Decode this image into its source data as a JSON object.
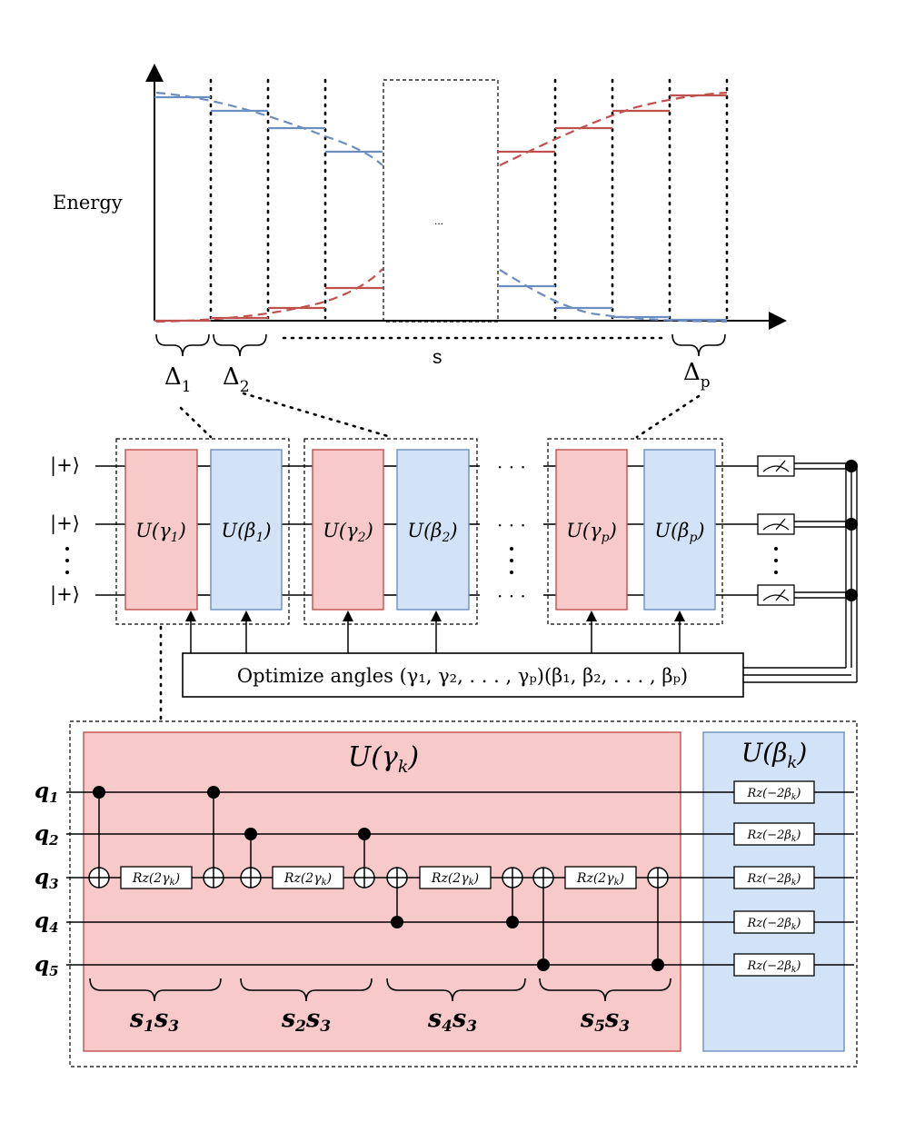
{
  "energy_plot": {
    "ylabel": "Energy",
    "xlabel": "s",
    "ellipsis": "...",
    "delta_labels": [
      "Δ",
      "Δ",
      "Δ"
    ],
    "delta_subs": [
      "1",
      "2",
      "p"
    ],
    "colors": {
      "blue": "#6c8ebf",
      "red": "#c0504d"
    }
  },
  "qaoa_circuit": {
    "input_state": "|+⟩",
    "gates": [
      {
        "main": "U(γ",
        "sub": "1",
        "tail": ")"
      },
      {
        "main": "U(β",
        "sub": "1",
        "tail": ")"
      },
      {
        "main": "U(γ",
        "sub": "2",
        "tail": ")"
      },
      {
        "main": "U(β",
        "sub": "2",
        "tail": ")"
      },
      {
        "main": "U(γ",
        "sub": "p",
        "tail": ")"
      },
      {
        "main": "U(β",
        "sub": "p",
        "tail": ")"
      }
    ],
    "ellipsis": "· · ·",
    "optimizer_label": "Optimize angles (γ₁, γ₂, . . . , γₚ)(β₁, β₂, . . . , βₚ)"
  },
  "detail": {
    "cost_title": "U(γ",
    "cost_title_sub": "k",
    "mixer_title": "U(β",
    "mixer_title_sub": "k",
    "qubits": [
      "q",
      "q",
      "q",
      "q",
      "q"
    ],
    "qubit_subs": [
      "1",
      "2",
      "3",
      "4",
      "5"
    ],
    "rz_cost": "Rz(2γ",
    "rz_cost_sub": "k",
    "rz_mixer": "Rz(−2β",
    "rz_mixer_sub": "k",
    "brace_labels": [
      {
        "a": "s",
        "a_sub": "1",
        "b": "s",
        "b_sub": "3"
      },
      {
        "a": "s",
        "a_sub": "2",
        "b": "s",
        "b_sub": "3"
      },
      {
        "a": "s",
        "a_sub": "4",
        "b": "s",
        "b_sub": "3"
      },
      {
        "a": "s",
        "a_sub": "5",
        "b": "s",
        "b_sub": "3"
      }
    ]
  }
}
